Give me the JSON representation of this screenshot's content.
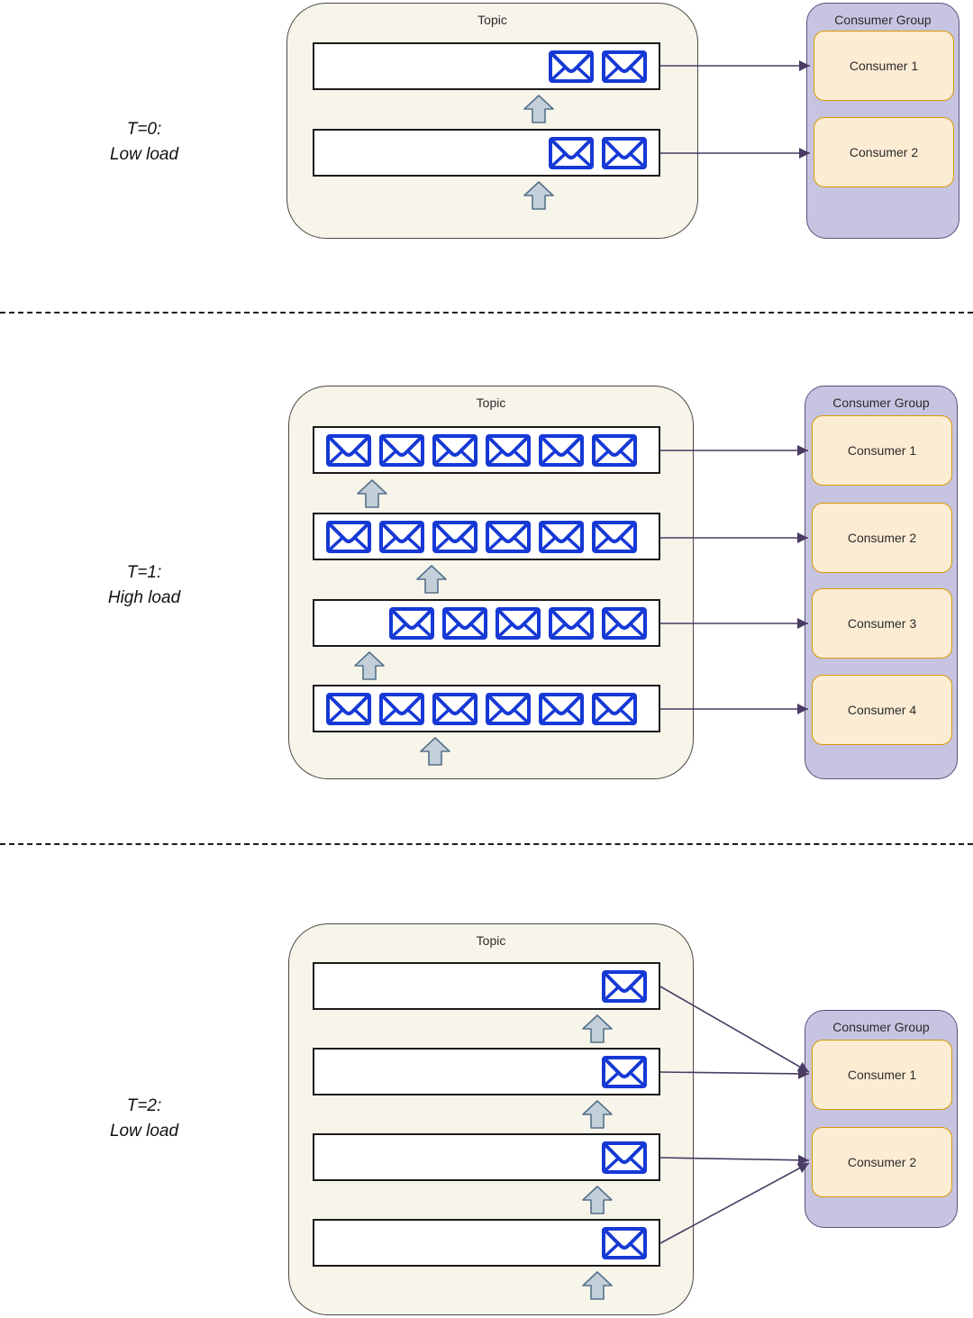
{
  "colors": {
    "topic_fill": "#f7f4ea",
    "topic_border": "#4d4a45",
    "partition_fill": "#ffffff",
    "partition_border": "#1a1a1a",
    "envelope": "#1639d6",
    "uparrow_fill": "#c3d0d9",
    "uparrow_border": "#54718a",
    "connector": "#4a3b63",
    "group_fill": "#c7c4e1",
    "group_border": "#56517e",
    "consumer_fill": "#fdecd4",
    "consumer_border": "#d79b00"
  },
  "sections": [
    {
      "label_line1": "T=0:",
      "label_line2": "Low load",
      "topic_title": "Topic",
      "group_title": "Consumer Group",
      "partitions": [
        {
          "messages": 2,
          "align": "right"
        },
        {
          "messages": 2,
          "align": "right"
        }
      ],
      "consumers": [
        {
          "label": "Consumer 1"
        },
        {
          "label": "Consumer 2"
        }
      ]
    },
    {
      "label_line1": "T=1:",
      "label_line2": "High load",
      "topic_title": "Topic",
      "group_title": "Consumer Group",
      "partitions": [
        {
          "messages": 6,
          "align": "left"
        },
        {
          "messages": 6,
          "align": "left"
        },
        {
          "messages": 5,
          "align": "right"
        },
        {
          "messages": 6,
          "align": "left"
        }
      ],
      "consumers": [
        {
          "label": "Consumer 1"
        },
        {
          "label": "Consumer 2"
        },
        {
          "label": "Consumer 3"
        },
        {
          "label": "Consumer 4"
        }
      ]
    },
    {
      "label_line1": "T=2:",
      "label_line2": "Low load",
      "topic_title": "Topic",
      "group_title": "Consumer Group",
      "partitions": [
        {
          "messages": 1,
          "align": "right"
        },
        {
          "messages": 1,
          "align": "right"
        },
        {
          "messages": 1,
          "align": "right"
        },
        {
          "messages": 1,
          "align": "right"
        }
      ],
      "consumers": [
        {
          "label": "Consumer 1"
        },
        {
          "label": "Consumer 2"
        }
      ]
    }
  ]
}
